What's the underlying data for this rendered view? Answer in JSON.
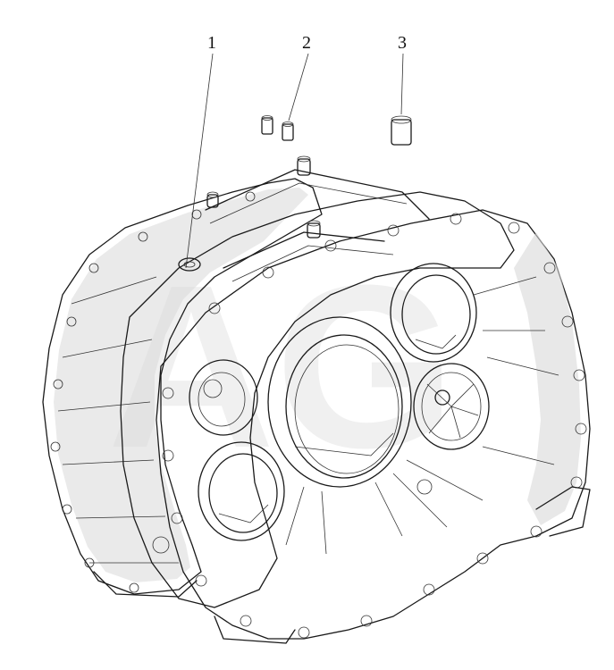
{
  "diagram": {
    "callouts": [
      {
        "id": "1",
        "label": "1"
      },
      {
        "id": "2",
        "label": "2"
      },
      {
        "id": "3",
        "label": "3"
      }
    ],
    "watermark": "AG",
    "colors": {
      "line": "#1a1a1a",
      "shade": "#d9d9d9",
      "background": "#ffffff"
    }
  }
}
